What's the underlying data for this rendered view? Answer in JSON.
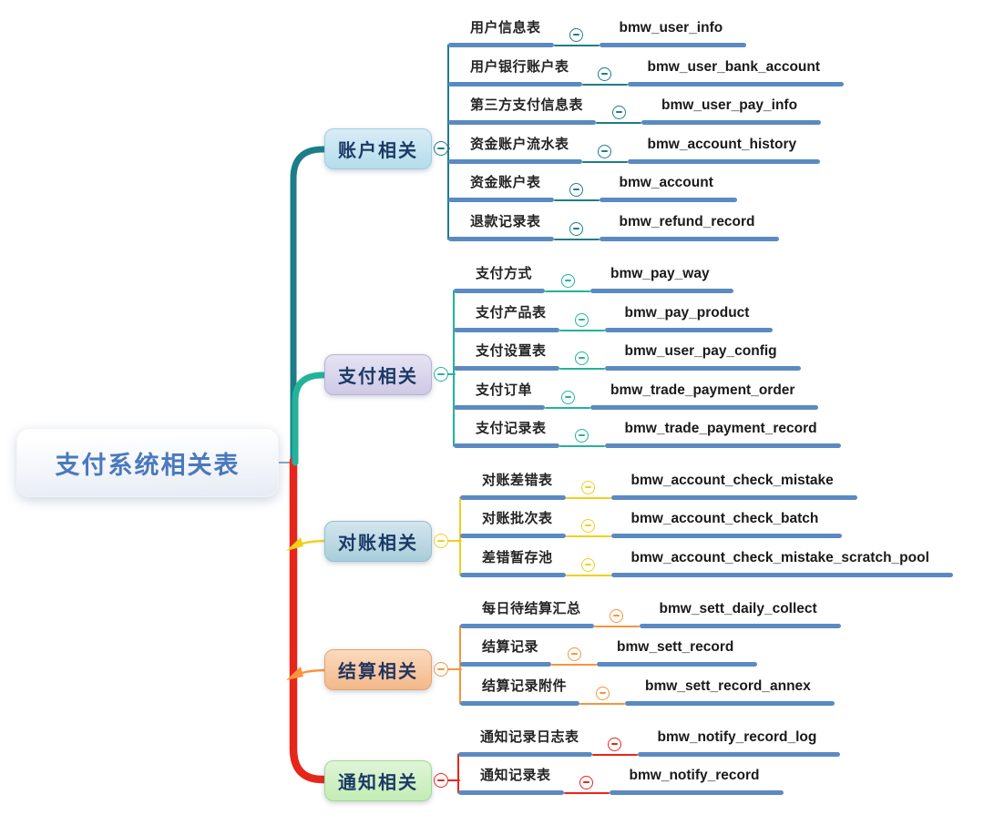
{
  "root": {
    "label": "支付系统相关表",
    "text_color": "#4a79bd"
  },
  "underline_color": "#5b8ac1",
  "branches": [
    {
      "label": "账户相关",
      "line_color": "#1d7d88",
      "node_bg_top": "#d8edf6",
      "node_bg_bottom": "#b5dcec",
      "node_border": "#9fcede",
      "node_text": "#1b3a66",
      "children": [
        {
          "label": "用户信息表",
          "table": "bmw_user_info"
        },
        {
          "label": "用户银行账户表",
          "table": "bmw_user_bank_account"
        },
        {
          "label": "第三方支付信息表",
          "table": "bmw_user_pay_info"
        },
        {
          "label": "资金账户流水表",
          "table": "bmw_account_history"
        },
        {
          "label": "资金账户表",
          "table": "bmw_account"
        },
        {
          "label": "退款记录表",
          "table": "bmw_refund_record"
        }
      ]
    },
    {
      "label": "支付相关",
      "line_color": "#23b39a",
      "node_bg_top": "#e6e3f3",
      "node_bg_bottom": "#cfc9e6",
      "node_border": "#b9b1d6",
      "node_text": "#1b3a66",
      "children": [
        {
          "label": "支付方式",
          "table": "bmw_pay_way"
        },
        {
          "label": "支付产品表",
          "table": "bmw_pay_product"
        },
        {
          "label": "支付设置表",
          "table": "bmw_user_pay_config"
        },
        {
          "label": "支付订单",
          "table": "bmw_trade_payment_order"
        },
        {
          "label": "支付记录表",
          "table": "bmw_trade_payment_record"
        }
      ]
    },
    {
      "label": "对账相关",
      "line_color": "#f2cf1f",
      "node_bg_top": "#d3e6ee",
      "node_bg_bottom": "#a9cddb",
      "node_border": "#97bfcf",
      "node_text": "#1b3a66",
      "children": [
        {
          "label": "对账差错表",
          "table": "bmw_account_check_mistake"
        },
        {
          "label": "对账批次表",
          "table": "bmw_account_check_batch"
        },
        {
          "label": "差错暂存池",
          "table": "bmw_account_check_mistake_scratch_pool"
        }
      ]
    },
    {
      "label": "结算相关",
      "line_color": "#f6953d",
      "node_bg_top": "#fbdabd",
      "node_bg_bottom": "#f3b88b",
      "node_border": "#e7a170",
      "node_text": "#24365e",
      "children": [
        {
          "label": "每日待结算汇总",
          "table": "bmw_sett_daily_collect"
        },
        {
          "label": "结算记录",
          "table": "bmw_sett_record"
        },
        {
          "label": "结算记录附件",
          "table": "bmw_sett_record_annex"
        }
      ]
    },
    {
      "label": "通知相关",
      "line_color": "#e7261b",
      "node_bg_top": "#dff5d8",
      "node_bg_bottom": "#c3ecb4",
      "node_border": "#a4d992",
      "node_text": "#1b3a66",
      "children": [
        {
          "label": "通知记录日志表",
          "table": "bmw_notify_record_log"
        },
        {
          "label": "通知记录表",
          "table": "bmw_notify_record"
        }
      ]
    }
  ]
}
